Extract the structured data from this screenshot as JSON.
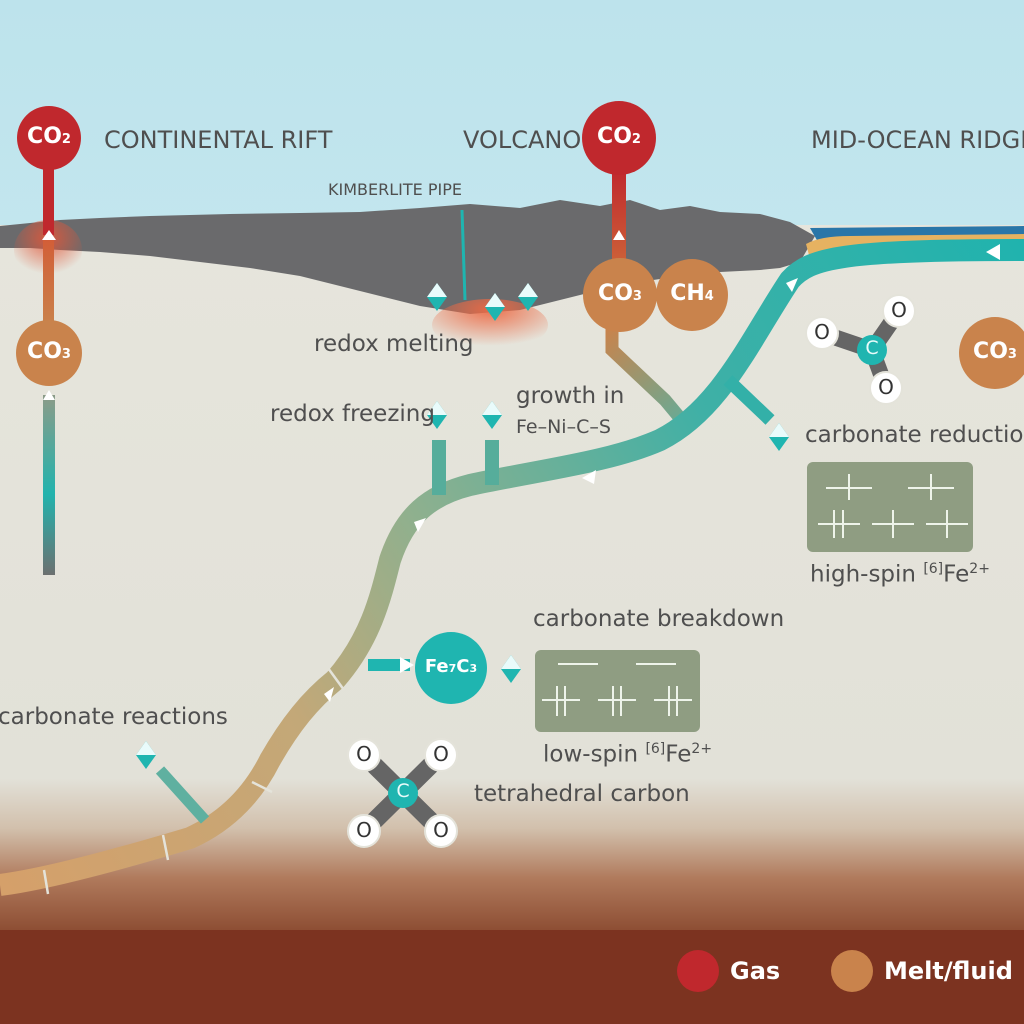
{
  "settings": {
    "continental_rift": "CONTINENTAL RIFT",
    "volcano": "VOLCANO",
    "mid_ocean_ridge": "MID-OCEAN RIDGE",
    "kimberlite_pipe": "KIMBERLITE PIPE"
  },
  "molecules": {
    "co2": "CO",
    "co2_sub": "2",
    "co3": "CO",
    "co3_sub": "3",
    "ch4": "CH",
    "ch4_sub": "4",
    "fe7c3_fe": "Fe",
    "fe7c3_7": "7",
    "fe7c3_c": "C",
    "fe7c3_3": "3",
    "carbon": "C",
    "oxygen": "O"
  },
  "processes": {
    "redox_melting": "redox melting",
    "redox_freezing": "redox freezing",
    "growth_in_line1": "growth in",
    "growth_in_line2": "Fe–Ni–C–S",
    "carbonate_reduction": "carbonate reduction",
    "carbonate_breakdown": "carbonate breakdown",
    "carbonate_reactions": "carbonate reactions",
    "tetrahedral_carbon": "tetrahedral carbon"
  },
  "spin_states": {
    "high_spin_prefix": "high-spin ",
    "low_spin_prefix": "low-spin ",
    "coordination": "[6]",
    "ion": "Fe",
    "charge": "2+"
  },
  "legend": {
    "gas": "Gas",
    "melt_fluid": "Melt/fluid"
  },
  "colors": {
    "sky": "#bfe4ec",
    "crust": "#6a6a6c",
    "mantle": "#e4e3da",
    "core_band": "#7c3320",
    "gas": "#c0282d",
    "melt_fluid": "#c9834c",
    "teal": "#1fb5b0",
    "ocean": "#2a76a8"
  }
}
